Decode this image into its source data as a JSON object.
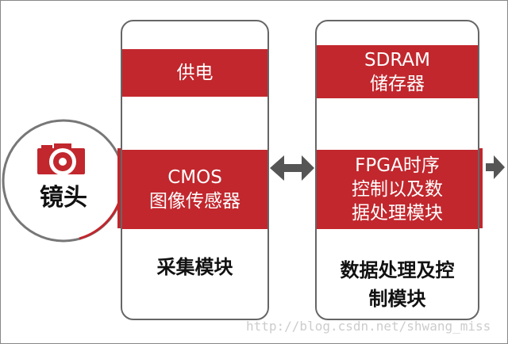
{
  "lens": {
    "label": "镜头",
    "icon": "camera-icon"
  },
  "acquisition": {
    "power": "供电",
    "sensor_line1": "CMOS",
    "sensor_line2": "图像传感器",
    "title": "采集模块"
  },
  "processing": {
    "sdram_line1": "SDRAM",
    "sdram_line2": "储存器",
    "fpga_line1": "FPGA时序",
    "fpga_line2": "控制以及数",
    "fpga_line3": "据处理模块",
    "title_line1": "数据处理及控",
    "title_line2": "制模块"
  },
  "watermark": "http://blog.csdn.net/shwang_miss",
  "colors": {
    "accent": "#c1272d",
    "arrow": "#555555"
  }
}
